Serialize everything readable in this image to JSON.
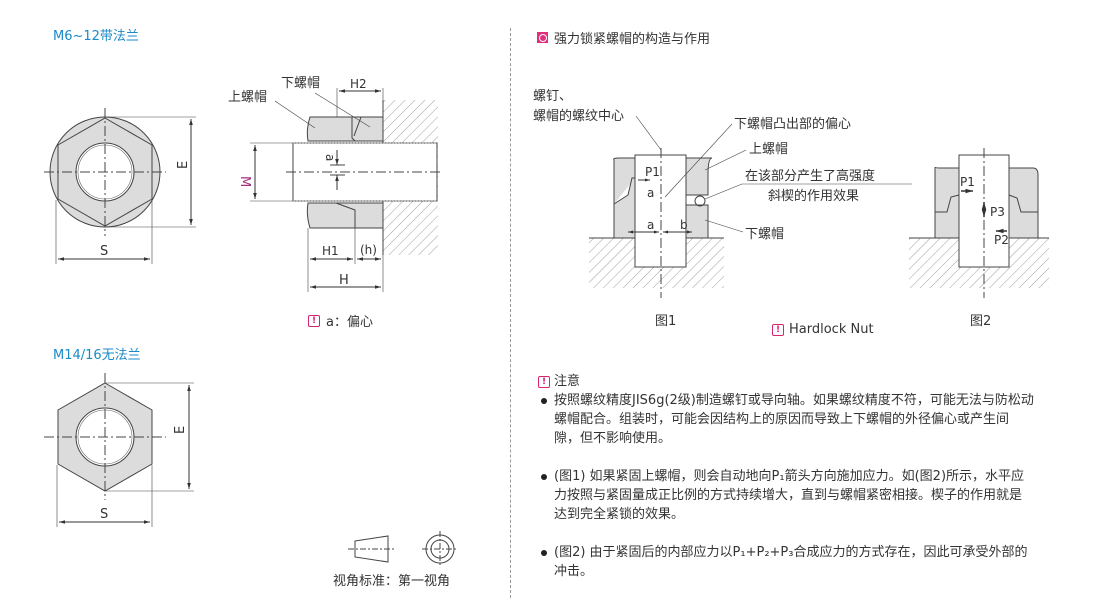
{
  "left": {
    "flange_title": "M6~12带法兰",
    "noflange_title": "M14/16无法兰",
    "labels": {
      "upper_nut": "上螺帽",
      "lower_nut": "下螺帽",
      "H2": "H2",
      "H1": "H1",
      "h": "(h)",
      "H": "H",
      "M": "M",
      "a": "a",
      "E": "E",
      "S": "S"
    },
    "eccentric_note": "a：偏心",
    "projection_label": "视角标准：第一视角"
  },
  "right": {
    "title": "强力锁紧螺帽的构造与作用",
    "fig1": {
      "caption": "图1",
      "thread_center_1": "螺钉、",
      "thread_center_2": "螺帽的螺纹中心",
      "eccentric": "下螺帽凸出部的偏心",
      "upper_nut": "上螺帽",
      "wedge_1": "在该部分产生了高强度",
      "wedge_2": "斜楔的作用效果",
      "lower_nut": "下螺帽",
      "P1": "P1",
      "a": "a",
      "b": "b"
    },
    "fig2": {
      "caption": "图2",
      "P1": "P1",
      "P2": "P2",
      "P3": "P3"
    },
    "product_name": "Hardlock Nut",
    "notes": {
      "heading": "注意",
      "items": [
        "按照螺纹精度JIS6g(2级)制造螺钉或导向轴。如果螺纹精度不符，可能无法与防松动螺帽配合。组装时，可能会因结构上的原因而导致上下螺帽的外径偏心或产生间隙，但不影响使用。",
        "(图1) 如果紧固上螺帽，则会自动地向P₁箭头方向施加应力。如(图2)所示，水平应力按照与紧固量成正比例的方式持续增大，直到与螺帽紧密相接。楔子的作用就是达到完全紧锁的效果。",
        "(图2) 由于紧固后的内部应力以P₁+P₂+P₃合成应力的方式存在，因此可承受外部的冲击。"
      ]
    }
  },
  "colors": {
    "accent_blue": "#1a8ac8",
    "accent_pink": "#d6246e",
    "part_fill": "#dcdcdc",
    "magenta_label": "#a0307a"
  }
}
